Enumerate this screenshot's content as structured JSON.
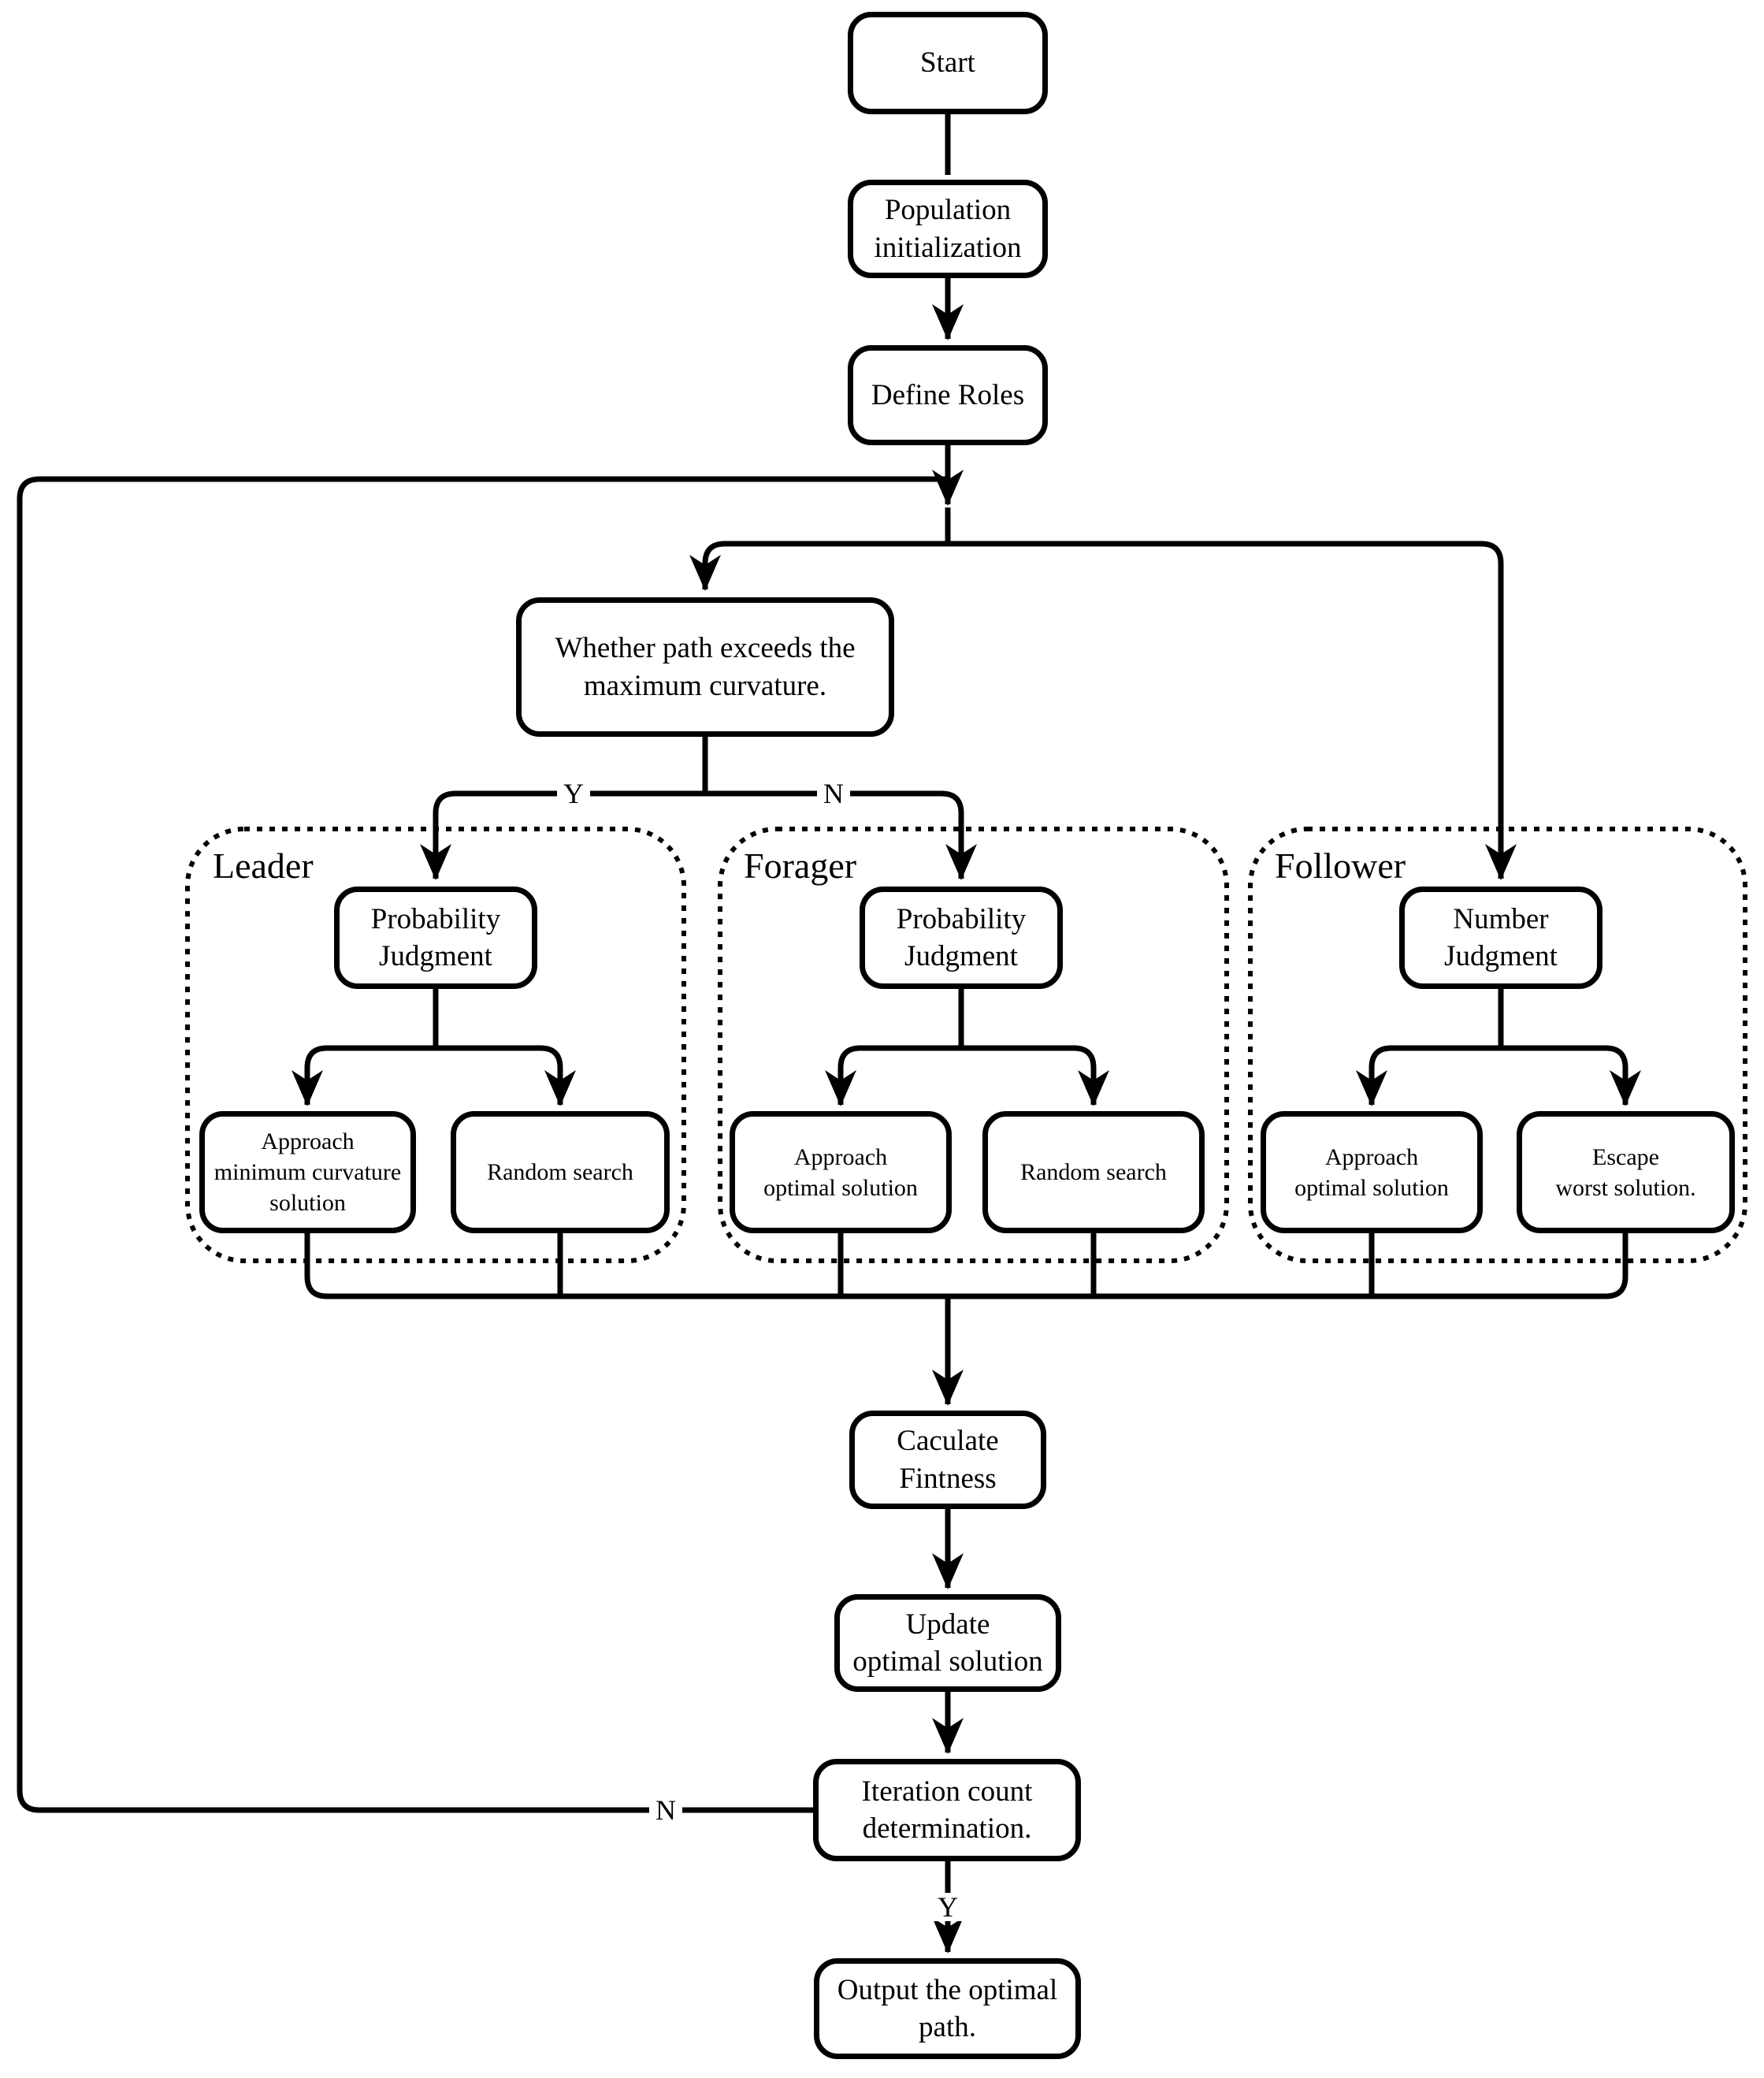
{
  "nodes": {
    "start": {
      "label": "Start"
    },
    "population_init": {
      "label": "Population\ninitialization"
    },
    "define_roles": {
      "label": "Define Roles"
    },
    "curvature_check": {
      "label": "Whether path exceeds the\nmaximum curvature."
    },
    "leader_judgment": {
      "label": "Probability\nJudgment"
    },
    "forager_judgment": {
      "label": "Probability\nJudgment"
    },
    "follower_judgment": {
      "label": "Number\nJudgment"
    },
    "leader_min_curvature": {
      "label": "Approach\nminimum curvature\nsolution"
    },
    "leader_random_search": {
      "label": "Random search"
    },
    "forager_approach_optimal": {
      "label": "Approach\noptimal solution"
    },
    "forager_random_search": {
      "label": "Random search"
    },
    "follower_approach_optimal": {
      "label": "Approach\noptimal solution"
    },
    "follower_escape_worst": {
      "label": "Escape\nworst solution."
    },
    "calculate_fitness": {
      "label": "Caculate\nFintness"
    },
    "update_optimal": {
      "label": "Update\noptimal solution"
    },
    "iteration_check": {
      "label": "Iteration count\ndetermination."
    },
    "output_path": {
      "label": "Output the optimal\npath."
    }
  },
  "groups": {
    "leader": {
      "label": "Leader"
    },
    "forager": {
      "label": "Forager"
    },
    "follower": {
      "label": "Follower"
    }
  },
  "edge_labels": {
    "curvature_yes": "Y",
    "curvature_no": "N",
    "iteration_no": "N",
    "iteration_yes": "Y"
  },
  "colors": {
    "line": "#000000",
    "text": "#000000",
    "background": "#ffffff"
  }
}
